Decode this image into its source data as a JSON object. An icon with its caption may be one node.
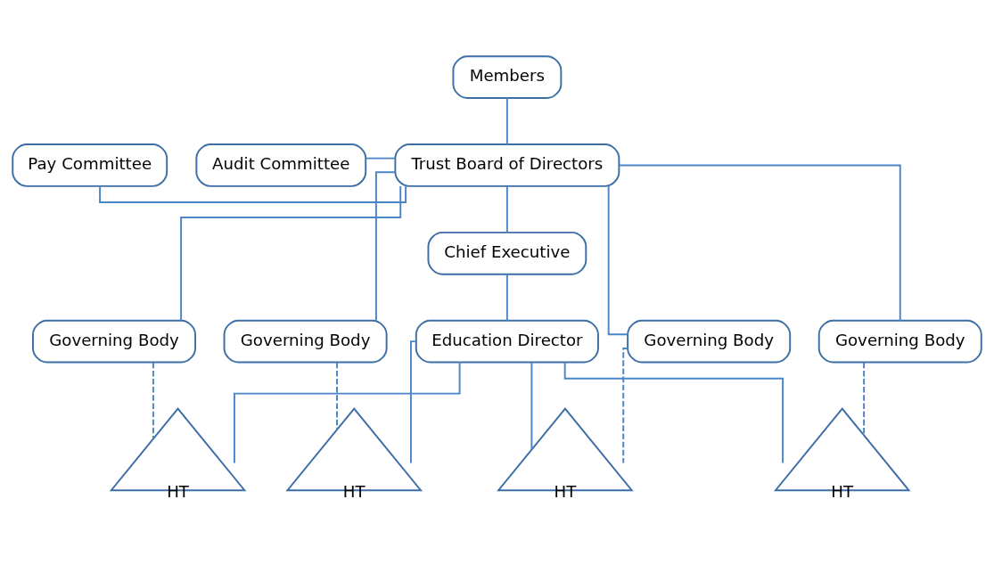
{
  "diagram": {
    "nodes": [
      {
        "text": [
          "Members"
        ]
      },
      {
        "text": [
          "Trust Board of Directors"
        ]
      },
      {
        "text": [
          "Audit Committee"
        ]
      },
      {
        "text": [
          "Pay Committee"
        ]
      },
      {
        "text": [
          "Chief Executive"
        ]
      },
      {
        "text": [
          "Governing Body"
        ]
      },
      {
        "text": [
          "Governing Body"
        ]
      },
      {
        "text": [
          "Governing Body"
        ]
      },
      {
        "text": [
          "Governing Body"
        ]
      },
      {
        "text": [
          "Education Director"
        ]
      },
      {
        "text": [
          "HT"
        ]
      },
      {
        "text": [
          "HT"
        ]
      },
      {
        "text": [
          "HT"
        ]
      },
      {
        "text": [
          "HT"
        ]
      }
    ],
    "edges": [
      {
        "from": 0,
        "to": 1,
        "arrow": "none"
      },
      {
        "from": 2,
        "to": 1,
        "arrow": "none"
      },
      {
        "from": 3,
        "to": 1,
        "arrow": "none"
      },
      {
        "from": 1,
        "to": 4,
        "arrow": "none"
      },
      {
        "from": 1,
        "to": 5,
        "arrow": "none"
      },
      {
        "from": 1,
        "to": 6,
        "arrow": "none"
      },
      {
        "from": 1,
        "to": 7,
        "arrow": "none"
      },
      {
        "from": 1,
        "to": 8,
        "arrow": "none"
      },
      {
        "from": 4,
        "to": 9,
        "arrow": "none"
      },
      {
        "from": 5,
        "to": 10,
        "arrow": "none",
        "style": "dashed"
      },
      {
        "from": 6,
        "to": 11,
        "arrow": "none",
        "style": "dashed"
      },
      {
        "from": 7,
        "to": 12,
        "arrow": "none",
        "style": "dashed"
      },
      {
        "from": 8,
        "to": 13,
        "arrow": "none",
        "style": "dashed"
      },
      {
        "from": 9,
        "to": 10,
        "arrow": "none"
      },
      {
        "from": 9,
        "to": 11,
        "arrow": "none"
      },
      {
        "from": 9,
        "to": 12,
        "arrow": "none"
      },
      {
        "from": 9,
        "to": 13,
        "arrow": "none"
      }
    ]
  }
}
